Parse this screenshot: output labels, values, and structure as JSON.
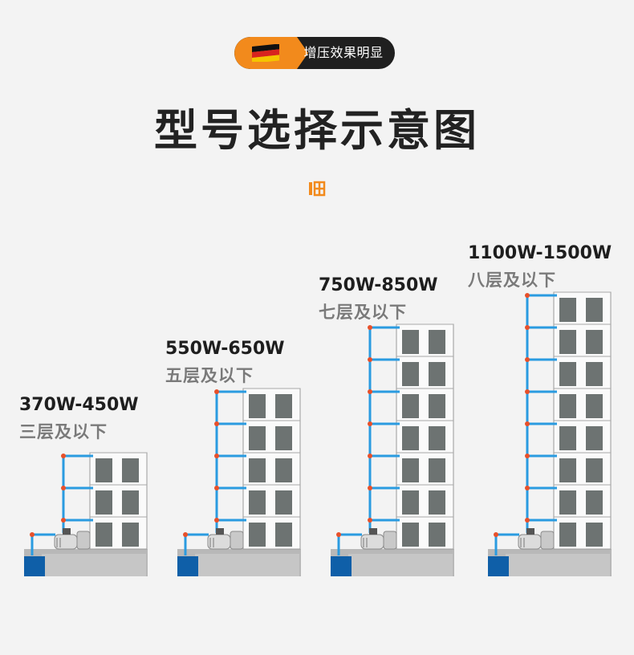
{
  "badge": {
    "text": "增压效果明显",
    "flag_icon": "germany-flag-icon",
    "accent": "#f28a1c"
  },
  "title": "型号选择示意图",
  "divider_icon": "double-stripe-icon",
  "models": [
    {
      "range": "370W-450W",
      "floors_label": "三层及以下",
      "floors": 3
    },
    {
      "range": "550W-650W",
      "floors_label": "五层及以下",
      "floors": 5
    },
    {
      "range": "750W-850W",
      "floors_label": "七层及以下",
      "floors": 7
    },
    {
      "range": "1100W-1500W",
      "floors_label": "八层及以下",
      "floors": 8
    }
  ],
  "colors": {
    "pipe": "#2a9be0",
    "joint": "#e8502a",
    "window": "#6d7372",
    "tank": "#0f5fa8",
    "ground": "#b8b8b8"
  }
}
